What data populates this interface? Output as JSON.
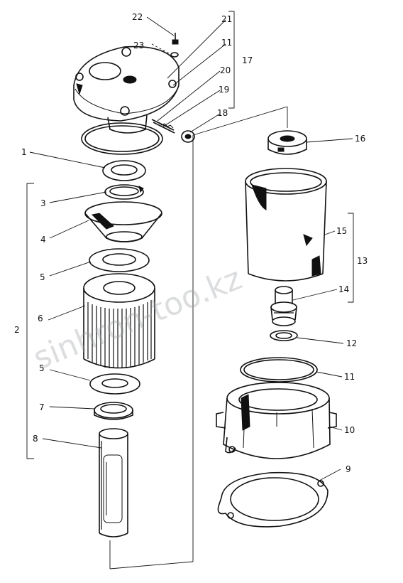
{
  "diagram": {
    "callouts": [
      {
        "id": "c22",
        "label": "22"
      },
      {
        "id": "c23",
        "label": "23"
      },
      {
        "id": "c21",
        "label": "21"
      },
      {
        "id": "c11a",
        "label": "11"
      },
      {
        "id": "c17",
        "label": "17"
      },
      {
        "id": "c20",
        "label": "20"
      },
      {
        "id": "c19",
        "label": "19"
      },
      {
        "id": "c18",
        "label": "18"
      },
      {
        "id": "c1",
        "label": "1"
      },
      {
        "id": "c3",
        "label": "3"
      },
      {
        "id": "c4",
        "label": "4"
      },
      {
        "id": "c5a",
        "label": "5"
      },
      {
        "id": "c6",
        "label": "6"
      },
      {
        "id": "c2",
        "label": "2"
      },
      {
        "id": "c5b",
        "label": "5"
      },
      {
        "id": "c7",
        "label": "7"
      },
      {
        "id": "c8",
        "label": "8"
      },
      {
        "id": "c16",
        "label": "16"
      },
      {
        "id": "c15",
        "label": "15"
      },
      {
        "id": "c13",
        "label": "13"
      },
      {
        "id": "c14",
        "label": "14"
      },
      {
        "id": "c12",
        "label": "12"
      },
      {
        "id": "c11b",
        "label": "11"
      },
      {
        "id": "c10",
        "label": "10"
      },
      {
        "id": "c9",
        "label": "9"
      }
    ],
    "watermark": "sinhron-too.kz"
  }
}
